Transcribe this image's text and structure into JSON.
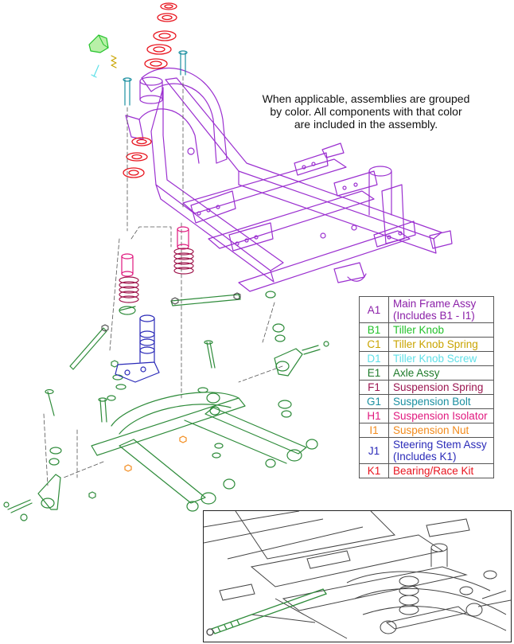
{
  "note": {
    "lines": [
      "When applicable, assemblies are grouped",
      "by color. All components with that color",
      "are included in the assembly."
    ]
  },
  "legend": [
    {
      "code": "A1",
      "name": "Main Frame Assy\n(Includes B1 - I1)",
      "color": "#8b1fa8"
    },
    {
      "code": "B1",
      "name": "Tiller Knob",
      "color": "#22c22a"
    },
    {
      "code": "C1",
      "name": "Tiller Knob Spring",
      "color": "#c9a400"
    },
    {
      "code": "D1",
      "name": "Tiller Knob Screw",
      "color": "#5fe0e8"
    },
    {
      "code": "E1",
      "name": "Axle Assy",
      "color": "#1e7a2a"
    },
    {
      "code": "F1",
      "name": "Suspension Spring",
      "color": "#9b1550"
    },
    {
      "code": "G1",
      "name": "Suspension Bolt",
      "color": "#1a8fa0"
    },
    {
      "code": "H1",
      "name": "Suspension Isolator",
      "color": "#e0187e"
    },
    {
      "code": "I1",
      "name": "Suspension Nut",
      "color": "#f28a1a"
    },
    {
      "code": "J1",
      "name": "Steering Stem Assy\n(Includes K1)",
      "color": "#2a2ab8"
    },
    {
      "code": "K1",
      "name": "Bearing/Race Kit",
      "color": "#e8141e"
    }
  ],
  "colors": {
    "frame": "#9b30d0",
    "axle": "#2e8b3a",
    "spring": "#a0184e",
    "bolt": "#1a8fa0",
    "isolator": "#e0187e",
    "nut": "#f28a1a",
    "bearing": "#e8141e",
    "knob": "#22c22a",
    "knob_spring": "#c9a400",
    "knob_screw": "#5fe0e8",
    "line": "#333333"
  }
}
